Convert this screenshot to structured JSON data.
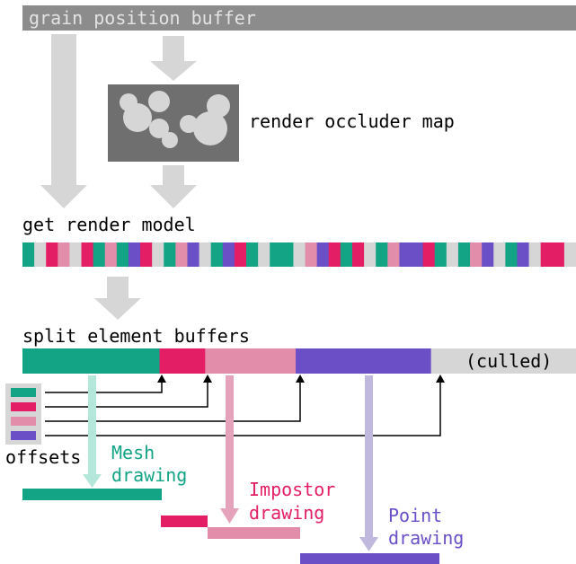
{
  "colors": {
    "teal": "#13a485",
    "magenta": "#e31e65",
    "pink": "#e28eab",
    "purple": "#6a4fc7",
    "light_gray": "#d6d6d6",
    "mid_gray": "#8c8c8c",
    "dark_gray": "#6f6f6f",
    "black": "#000000"
  },
  "labels": {
    "grain_position_buffer": "grain position buffer",
    "render_occluder_map": "render occluder map",
    "get_render_model": "get render model",
    "split_element_buffers": "split element buffers",
    "culled": "(culled)",
    "offsets": "offsets",
    "mesh_line1": "Mesh",
    "mesh_line2": "drawing",
    "impostor_line1": "Impostor",
    "impostor_line2": "drawing",
    "point_line1": "Point",
    "point_line2": "drawing"
  },
  "render_model_sequence": [
    "t",
    "d",
    "m",
    "p",
    "g",
    "m",
    "t",
    "p",
    "t",
    "u",
    "m",
    "g",
    "t",
    "p",
    "u",
    "d",
    "t",
    "u",
    "m",
    "t",
    "g",
    "t",
    "t",
    "d",
    "p",
    "u",
    "m",
    "t",
    "m",
    "d",
    "t",
    "p",
    "u",
    "u",
    "m",
    "t",
    "g",
    "t",
    "p",
    "u",
    "g",
    "t",
    "u",
    "g",
    "m",
    "m",
    "d"
  ],
  "split_segments": [
    {
      "name": "mesh",
      "color": "teal",
      "fraction": 0.2476
    },
    {
      "name": "impostor",
      "color": "magenta",
      "fraction": 0.0825
    },
    {
      "name": "pink",
      "color": "pink",
      "fraction": 0.1635
    },
    {
      "name": "point",
      "color": "purple",
      "fraction": 0.2445
    },
    {
      "name": "culled",
      "color": "light_gray",
      "fraction": 0.2619
    }
  ],
  "offset_colors": [
    "teal",
    "magenta",
    "pink",
    "purple"
  ]
}
